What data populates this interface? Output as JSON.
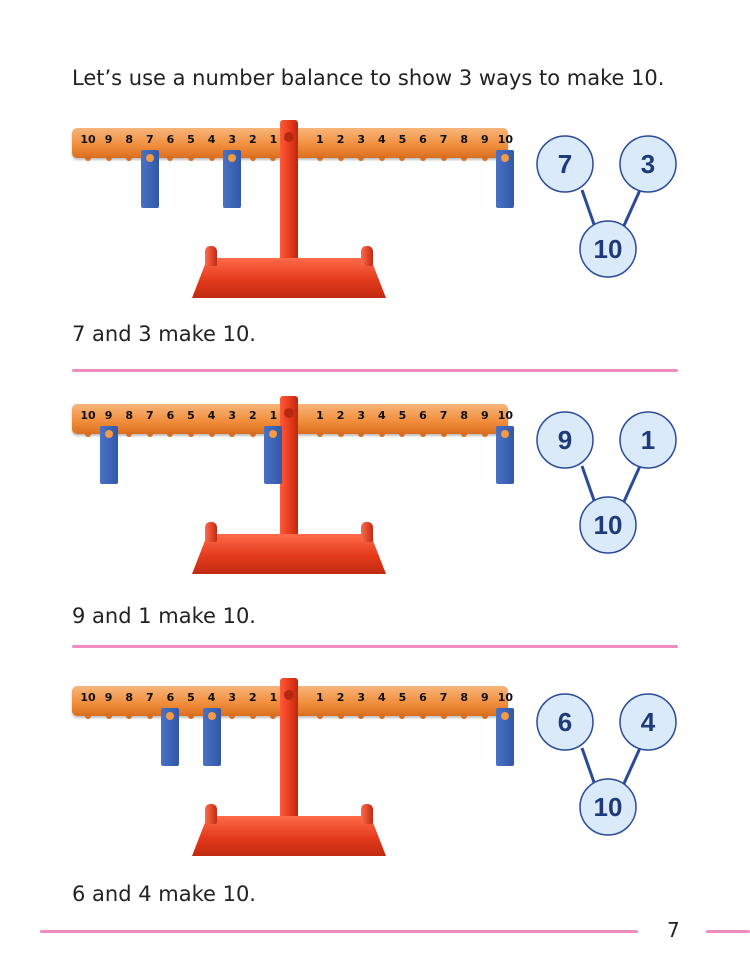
{
  "intro": "Let’s use a number balance to show 3 ways to make 10.",
  "beam_numbers": [
    "10",
    "9",
    "8",
    "7",
    "6",
    "5",
    "4",
    "3",
    "2",
    "1",
    "1",
    "2",
    "3",
    "4",
    "5",
    "6",
    "7",
    "8",
    "9",
    "10"
  ],
  "sections": [
    {
      "left_weights": [
        7,
        3
      ],
      "right_weights": [
        10
      ],
      "bond": {
        "part1": "7",
        "part2": "3",
        "whole": "10"
      },
      "sentence": "7 and 3 make 10."
    },
    {
      "left_weights": [
        9,
        1
      ],
      "right_weights": [
        10
      ],
      "bond": {
        "part1": "9",
        "part2": "1",
        "whole": "10"
      },
      "sentence": "9 and 1 make 10."
    },
    {
      "left_weights": [
        6,
        4
      ],
      "right_weights": [
        10
      ],
      "bond": {
        "part1": "6",
        "part2": "4",
        "whole": "10"
      },
      "sentence": "6 and 4 make 10."
    }
  ],
  "page_number": "7",
  "colors": {
    "beam": "#f08c3a",
    "weight": "#3a62b5",
    "stand": "#e33a1b",
    "circle_fill": "#dbeaf9",
    "circle_stroke": "#2a4a9a",
    "divider": "#ef8cc0"
  }
}
